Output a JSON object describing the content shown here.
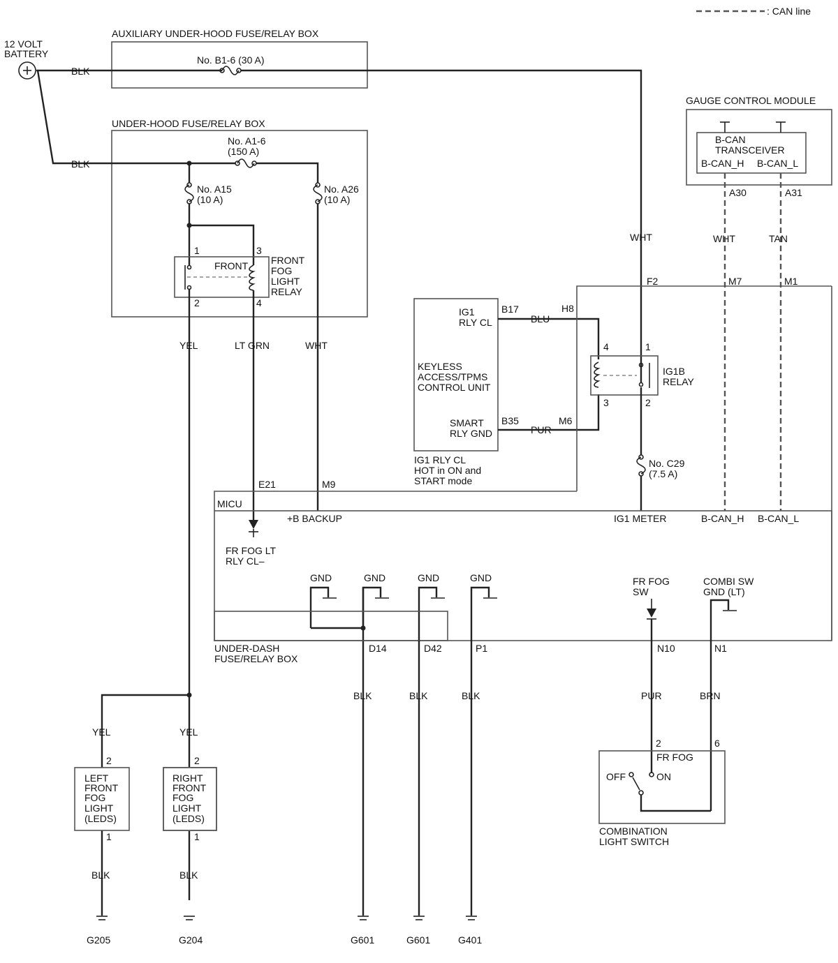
{
  "legend": {
    "can_line": ": CAN line"
  },
  "battery": {
    "label_line1": "12 VOLT",
    "label_line2": "BATTERY",
    "wire_aux": "BLK",
    "wire_main": "BLK"
  },
  "aux_box": {
    "title": "AUXILIARY UNDER-HOOD FUSE/RELAY BOX",
    "fuse": "No. B1-6 (30 A)"
  },
  "underhood_box": {
    "title": "UNDER-HOOD FUSE/RELAY BOX",
    "fuse_main_1": "No. A1-6",
    "fuse_main_2": "(150 A)",
    "fuse_a15_1": "No. A15",
    "fuse_a15_2": "(10 A)",
    "fuse_a26_1": "No. A26",
    "fuse_a26_2": "(10 A)",
    "relay_l1": "FRONT",
    "relay_l2": "FOG",
    "relay_l3": "LIGHT",
    "relay_l4": "RELAY",
    "pin1": "1",
    "pin2": "2",
    "pin3": "3",
    "pin4": "4"
  },
  "wires_top": {
    "yel": "YEL",
    "ltgrn": "LT GRN",
    "wht": "WHT",
    "wht_ig": "WHT",
    "wht_can": "WHT",
    "tan": "TAN",
    "blu": "BLU",
    "pur": "PUR"
  },
  "gcm": {
    "title": "GAUGE CONTROL MODULE",
    "trans_1": "B-CAN",
    "trans_2": "TRANSCEIVER",
    "canh": "B-CAN_H",
    "canl": "B-CAN_L",
    "a30": "A30",
    "a31": "A31"
  },
  "keyless": {
    "ig1_1": "IG1",
    "ig1_2": "RLY CL",
    "name_1": "KEYLESS",
    "name_2": "ACCESS/TPMS",
    "name_3": "CONTROL UNIT",
    "smart_1": "SMART",
    "smart_2": "RLY GND",
    "b17": "B17",
    "b35": "B35",
    "note_1": "IG1 RLY CL",
    "note_2": "HOT in ON and",
    "note_3": "START mode"
  },
  "ig1b": {
    "name_1": "IG1B",
    "name_2": "RELAY",
    "pin1": "1",
    "pin2": "2",
    "pin3": "3",
    "pin4": "4",
    "h8": "H8",
    "m6": "M6",
    "f2": "F2",
    "m7": "M7",
    "m1": "M1",
    "fuse_1": "No. C29",
    "fuse_2": "(7.5 A)"
  },
  "micu": {
    "title": "MICU",
    "e21": "E21",
    "m9": "M9",
    "backup": "+B BACKUP",
    "frfog_1": "FR FOG LT",
    "frfog_2": "RLY CL–",
    "ig1meter": "IG1 METER",
    "bcanh": "B-CAN_H",
    "bcanl": "B-CAN_L",
    "gnd1": "GND",
    "gnd2": "GND",
    "gnd3": "GND",
    "gnd4": "GND",
    "frfogsw_1": "FR FOG",
    "frfogsw_2": "SW",
    "combi_1": "COMBI SW",
    "combi_2": "GND (LT)"
  },
  "underdash": {
    "title_1": "UNDER-DASH",
    "title_2": "FUSE/RELAY BOX",
    "d14": "D14",
    "d42": "D42",
    "p1": "P1",
    "n10": "N10",
    "n1": "N1"
  },
  "lower_wires": {
    "blk1": "BLK",
    "blk2": "BLK",
    "blk3": "BLK",
    "pur": "PUR",
    "brn": "BRN",
    "yel_l": "YEL",
    "yel_r": "YEL",
    "blk_l": "BLK",
    "blk_r": "BLK"
  },
  "left_fog": {
    "l1": "LEFT",
    "l2": "FRONT",
    "l3": "FOG",
    "l4": "LIGHT",
    "l5": "(LEDS)",
    "pin2": "2",
    "pin1": "1"
  },
  "right_fog": {
    "l1": "RIGHT",
    "l2": "FRONT",
    "l3": "FOG",
    "l4": "LIGHT",
    "l5": "(LEDS)",
    "pin2": "2",
    "pin1": "1"
  },
  "combo_switch": {
    "pin2": "2",
    "pin6": "6",
    "name": "FR FOG",
    "off": "OFF",
    "on": "ON",
    "title_1": "COMBINATION",
    "title_2": "LIGHT SWITCH"
  },
  "grounds": {
    "g205": "G205",
    "g204": "G204",
    "g601a": "G601",
    "g601b": "G601",
    "g401": "G401"
  }
}
